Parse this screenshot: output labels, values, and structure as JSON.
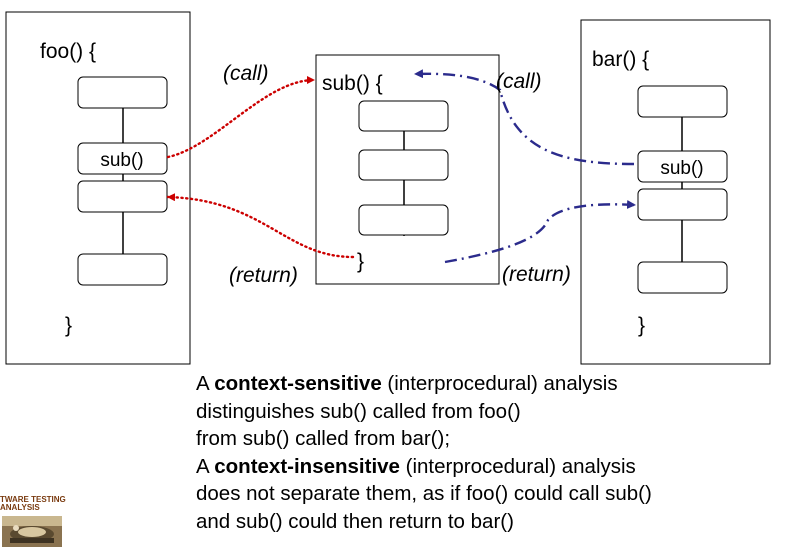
{
  "diagram": {
    "foo": {
      "header": "foo() {",
      "sub_call": "sub()",
      "close": "}"
    },
    "sub": {
      "header": "sub() {",
      "close": "}"
    },
    "bar": {
      "header": "bar() {",
      "sub_call": "sub()",
      "close": "}"
    },
    "labels": {
      "call_left": "(call)",
      "call_right": "(call)",
      "return_left": "(return)",
      "return_right": "(return)"
    },
    "colors": {
      "foo_path": "#cc0000",
      "bar_path": "#2b2b8c"
    }
  },
  "caption": {
    "line1_a": "A ",
    "line1_b": "context-sensitive",
    "line1_c": " (interprocedural) analysis",
    "line2": "distinguishes sub() called from foo()",
    "line3": "from sub() called from bar();",
    "line4_a": "A ",
    "line4_b": "context-insensitive",
    "line4_c": " (interprocedural) analysis",
    "line5": "does not separate them, as if foo() could call sub()",
    "line6": "and sub() could then return to bar()"
  },
  "logo": {
    "line1": "TWARE TESTING",
    "line2": "ANALYSIS"
  }
}
